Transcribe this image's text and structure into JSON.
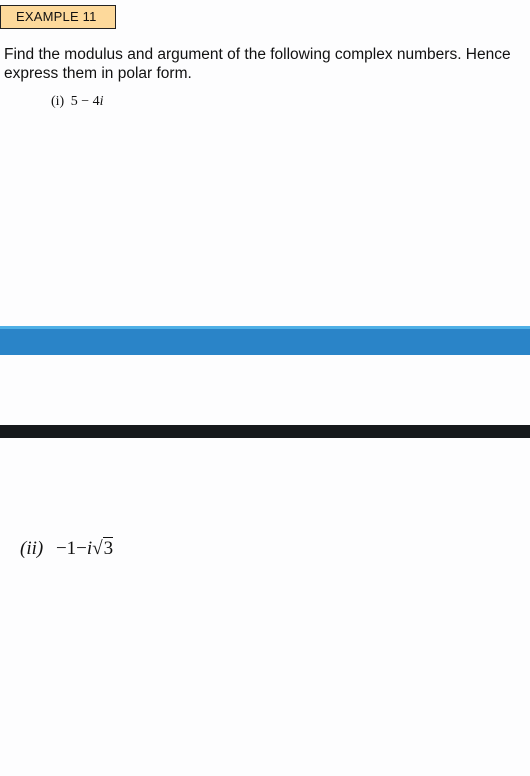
{
  "badge": {
    "label": "EXAMPLE 11"
  },
  "question": {
    "line1": "Find the modulus and argument of the following complex numbers. Hence",
    "line2": "express them in polar form."
  },
  "part_i": {
    "label": "(i)",
    "real": "5",
    "op": "−",
    "coef": "4",
    "var": "i"
  },
  "part_ii": {
    "label": "(ii)",
    "op1": "−1−",
    "var": "i",
    "radical": "√",
    "radicand": "3"
  },
  "colors": {
    "badge_bg": "#fdd99b",
    "bar_blue": "#2a84c8",
    "bar_black": "#16191c"
  }
}
